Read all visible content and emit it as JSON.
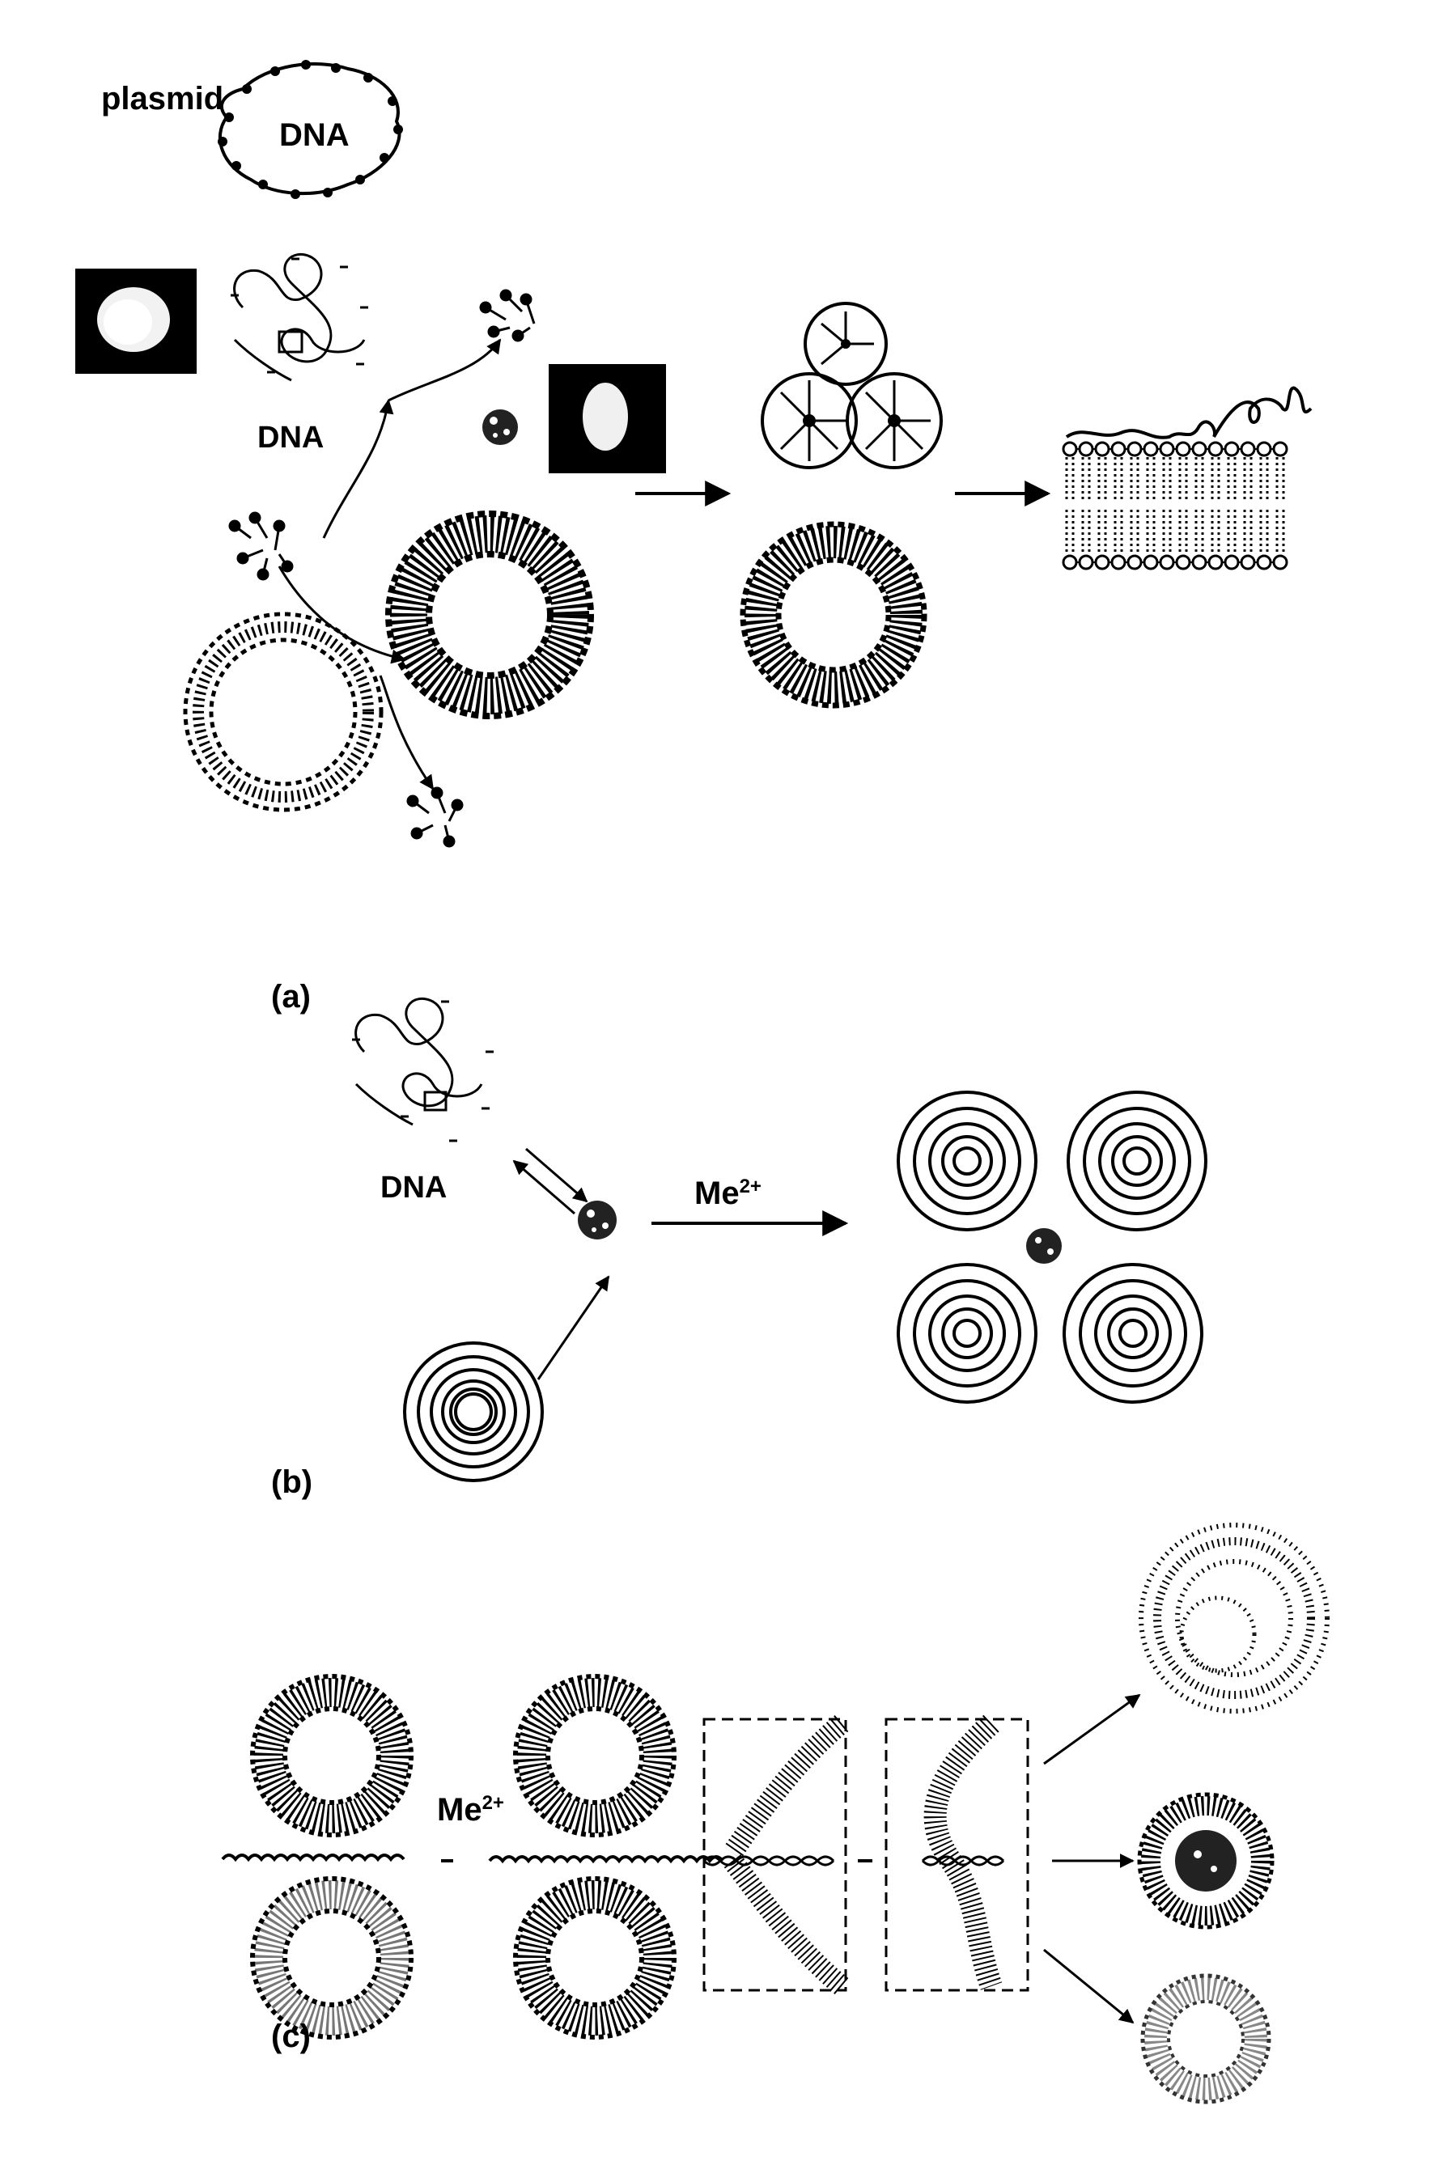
{
  "labels": {
    "plasmid": "plasmid",
    "plasmid_dna": "DNA",
    "dna_a": "DNA",
    "dna_b": "DNA",
    "me_b": "Me",
    "me_b_charge": "2+",
    "me_c": "Me",
    "me_c_charge": "2+"
  },
  "panels": {
    "a": "(a)",
    "b": "(b)",
    "c": "(c)"
  },
  "colors": {
    "ink": "#000000",
    "background": "#ffffff"
  },
  "icons": [
    "plasmid-icon",
    "dna-coil-icon",
    "micrograph-icon",
    "liposome-icon",
    "micelle-icon",
    "lipid-bilayer-icon",
    "multilamellar-vesicle-icon",
    "dna-helix-icon",
    "fusion-box-icon",
    "arrow-icon"
  ]
}
